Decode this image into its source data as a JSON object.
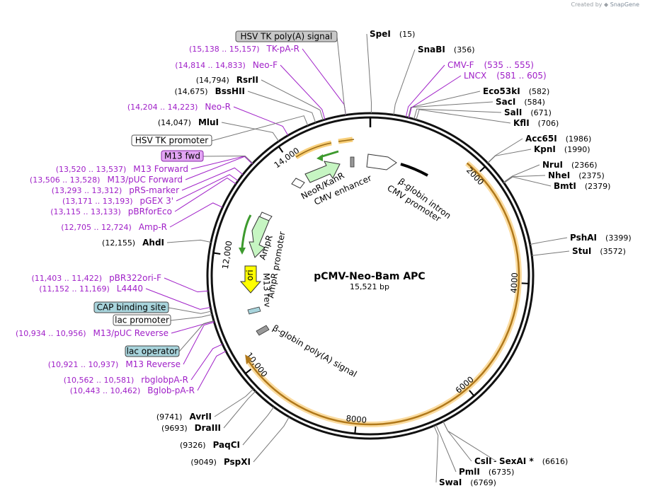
{
  "credit": {
    "prefix": "Created by",
    "brand": "SnapGene"
  },
  "plasmid": {
    "name": "pCMV-Neo-Bam APC",
    "length_label": "15,521 bp",
    "length": 15521
  },
  "ticks": [
    {
      "label": "2000",
      "bp": 2000
    },
    {
      "label": "4000",
      "bp": 4000
    },
    {
      "label": "6000",
      "bp": 6000
    },
    {
      "label": "8000",
      "bp": 8000
    },
    {
      "label": "10,000",
      "bp": 10000
    },
    {
      "label": "12,000",
      "bp": 12000
    },
    {
      "label": "14,000",
      "bp": 14000
    }
  ],
  "sites_right": [
    {
      "name": "SpeI",
      "pos": "(15)",
      "bp": 15
    },
    {
      "name": "SnaBI",
      "pos": "(356)",
      "bp": 356
    },
    {
      "name": "Eco53kI",
      "pos": "(582)",
      "bp": 582
    },
    {
      "name": "SacI",
      "pos": "(584)",
      "bp": 584
    },
    {
      "name": "SalI",
      "pos": "(671)",
      "bp": 671
    },
    {
      "name": "KflI",
      "pos": "(706)",
      "bp": 706
    },
    {
      "name": "Acc65I",
      "pos": "(1986)",
      "bp": 1986
    },
    {
      "name": "KpnI",
      "pos": "(1990)",
      "bp": 1990
    },
    {
      "name": "NruI",
      "pos": "(2366)",
      "bp": 2366
    },
    {
      "name": "NheI",
      "pos": "(2375)",
      "bp": 2375
    },
    {
      "name": "BmtI",
      "pos": "(2379)",
      "bp": 2379
    },
    {
      "name": "PshAI",
      "pos": "(3399)",
      "bp": 3399
    },
    {
      "name": "StuI",
      "pos": "(3572)",
      "bp": 3572
    },
    {
      "name": "CslI",
      "pos": "",
      "bp": 6616
    },
    {
      "name": "SexAI *",
      "pos": "(6616)",
      "bp": 6616
    },
    {
      "name": "PmlI",
      "pos": "(6735)",
      "bp": 6735
    },
    {
      "name": "SwaI",
      "pos": "(6769)",
      "bp": 6769
    }
  ],
  "sites_left": [
    {
      "name": "RsrII",
      "pos": "(14,794)",
      "bp": 14794
    },
    {
      "name": "BssHII",
      "pos": "(14,675)",
      "bp": 14675
    },
    {
      "name": "MluI",
      "pos": "(14,047)",
      "bp": 14047
    },
    {
      "name": "AhdI",
      "pos": "(12,155)",
      "bp": 12155
    },
    {
      "name": "AvrII",
      "pos": "(9741)",
      "bp": 9741
    },
    {
      "name": "DraIII",
      "pos": "(9693)",
      "bp": 9693
    },
    {
      "name": "PaqCI",
      "pos": "(9326)",
      "bp": 9326
    },
    {
      "name": "PspXI",
      "pos": "(9049)",
      "bp": 9049
    }
  ],
  "primers_right": [
    {
      "name": "CMV-F",
      "range": "(535 .. 555)",
      "bp": 545
    },
    {
      "name": "LNCX",
      "range": "(581 .. 605)",
      "bp": 593
    }
  ],
  "primers_left": [
    {
      "name": "TK-pA-R",
      "range": "(15,138 .. 15,157)",
      "bp": 15148
    },
    {
      "name": "Neo-F",
      "range": "(14,814 .. 14,833)",
      "bp": 14824
    },
    {
      "name": "Neo-R",
      "range": "(14,204 .. 14,223)",
      "bp": 14214
    },
    {
      "name": "M13 Forward",
      "range": "(13,520 .. 13,537)",
      "bp": 13528
    },
    {
      "name": "M13/pUC Forward",
      "range": "(13,506 .. 13,528)",
      "bp": 13517
    },
    {
      "name": "pRS-marker",
      "range": "(13,293 .. 13,312)",
      "bp": 13302
    },
    {
      "name": "pGEX 3'",
      "range": "(13,171 .. 13,193)",
      "bp": 13182
    },
    {
      "name": "pBRforEco",
      "range": "(13,115 .. 13,133)",
      "bp": 13124
    },
    {
      "name": "Amp-R",
      "range": "(12,705 .. 12,724)",
      "bp": 12714
    },
    {
      "name": "pBR322ori-F",
      "range": "(11,403 .. 11,422)",
      "bp": 11412
    },
    {
      "name": "L4440",
      "range": "(11,152 .. 11,169)",
      "bp": 11160
    },
    {
      "name": "M13/pUC Reverse",
      "range": "(10,934 .. 10,956)",
      "bp": 10945
    },
    {
      "name": "M13 Reverse",
      "range": "(10,921 .. 10,937)",
      "bp": 10929
    },
    {
      "name": "rbglobpA-R",
      "range": "(10,562 .. 10,581)",
      "bp": 10571
    },
    {
      "name": "Bglob-pA-R",
      "range": "(10,443 .. 10,462)",
      "bp": 10452
    }
  ],
  "boxed_features": [
    {
      "name": "HSV TK poly(A) signal",
      "fill": "#c8c8c8",
      "stroke": "#555555"
    },
    {
      "name": "HSV TK promoter",
      "fill": "#ffffff",
      "stroke": "#555555"
    },
    {
      "name": "M13 fwd",
      "fill": "#e3a6f4",
      "stroke": "#8a2aa8"
    },
    {
      "name": "CAP binding site",
      "fill": "#a8d4dc",
      "stroke": "#444444"
    },
    {
      "name": "lac promoter",
      "fill": "#ffffff",
      "stroke": "#555555"
    },
    {
      "name": "lac operator",
      "fill": "#a8d4dc",
      "stroke": "#444444"
    }
  ],
  "inner_features": [
    {
      "name": "NeoR/KanR"
    },
    {
      "name": "CMV enhancer"
    },
    {
      "name": "CMV promoter"
    },
    {
      "name": "β-globin intron"
    },
    {
      "name": "AmpR promoter"
    },
    {
      "name": "AmpR"
    },
    {
      "name": "ori"
    },
    {
      "name": "M13 rev"
    },
    {
      "name": "β-globin poly(A) signal"
    }
  ],
  "colors": {
    "primer": "#a020c8",
    "insert_highlight": "#f8cf7a",
    "insert_arc": "#b0781a",
    "ampr": "#b9f0b5",
    "ori": "#ffff00",
    "backbone": "#000000"
  }
}
